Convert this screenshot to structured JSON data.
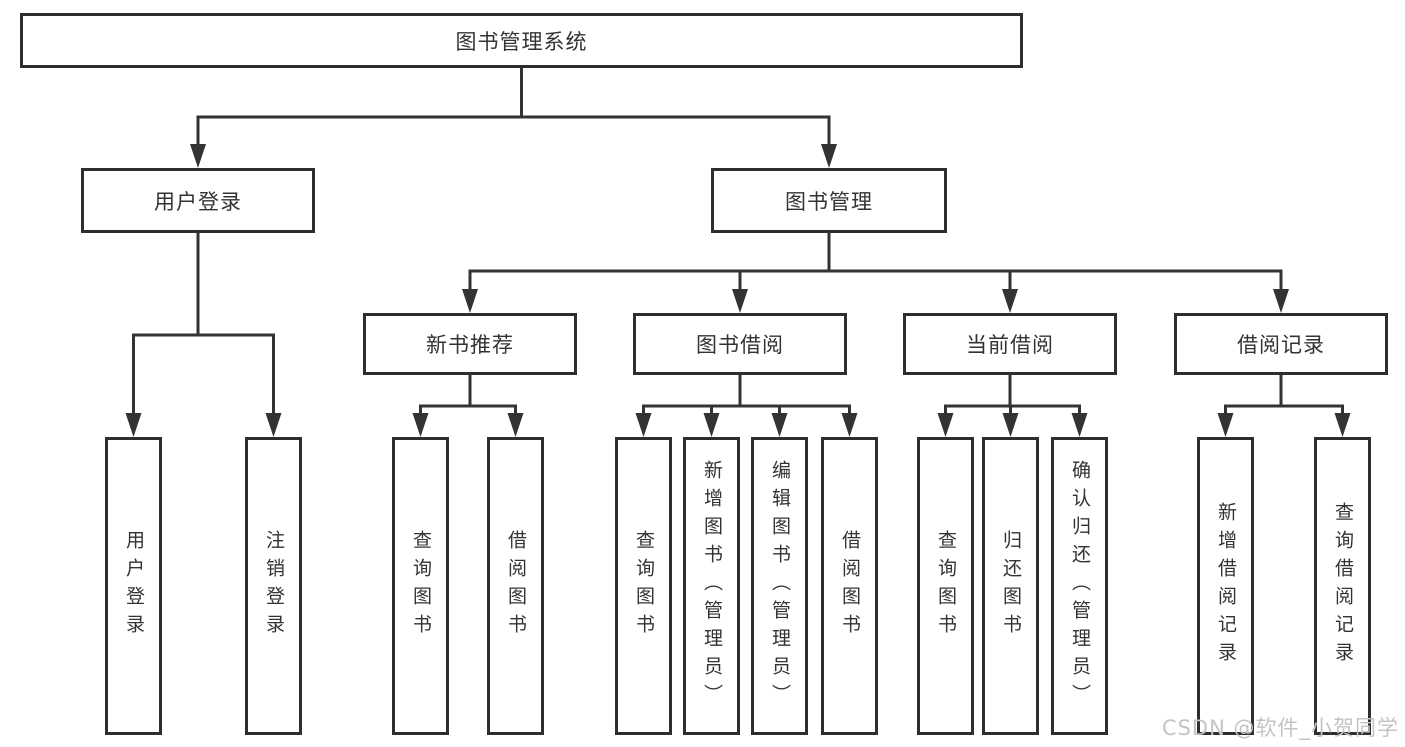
{
  "colors": {
    "background": "#ffffff",
    "box_border": "#2e2e2e",
    "connector": "#333333",
    "text": "#333333",
    "watermark": "#c4c4c4"
  },
  "tree": {
    "root": {
      "label": "图书管理系统"
    },
    "login": {
      "label": "用户登录",
      "leaves": [
        {
          "label": "用户登录"
        },
        {
          "label": "注销登录"
        }
      ]
    },
    "mgmt": {
      "label": "图书管理",
      "groups": [
        {
          "label": "新书推荐",
          "leaves": [
            {
              "label": "查询图书"
            },
            {
              "label": "借阅图书"
            }
          ]
        },
        {
          "label": "图书借阅",
          "leaves": [
            {
              "label": "查询图书"
            },
            {
              "label": "新增图书（管理员）"
            },
            {
              "label": "编辑图书（管理员）"
            },
            {
              "label": "借阅图书"
            }
          ]
        },
        {
          "label": "当前借阅",
          "leaves": [
            {
              "label": "查询图书"
            },
            {
              "label": "归还图书"
            },
            {
              "label": "确认归还（管理员）"
            }
          ]
        },
        {
          "label": "借阅记录",
          "leaves": [
            {
              "label": "新增借阅记录"
            },
            {
              "label": "查询借阅记录"
            }
          ]
        }
      ]
    }
  },
  "watermark": {
    "text": "CSDN @软件_小贺同学"
  }
}
